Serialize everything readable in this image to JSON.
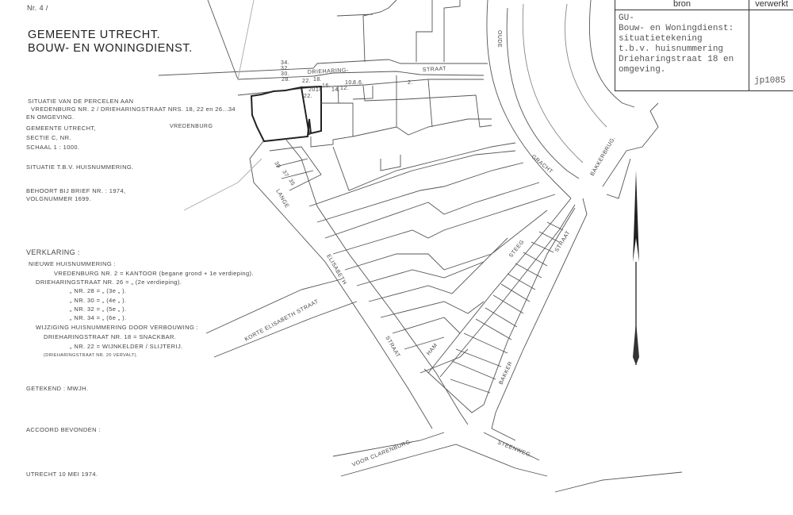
{
  "header": {
    "nr_label": "Nr. 4 /",
    "title_line1": "GEMEENTE UTRECHT.",
    "title_line2": "BOUW- EN WONINGDIENST."
  },
  "situation": {
    "line1": "SITUATIE   VAN   DE  PERCELEN  AAN",
    "line2": "VREDENBURG NR. 2 / DRIEHARINGSTRAAT NRS. 18, 22 en 26...34",
    "line3": "EN OMGEVING.",
    "municipality": "GEMEENTE  UTRECHT,",
    "section": "SECTIE     C,            NR.",
    "scale": "SCHAAL   1 : 1000.",
    "purpose": "SITUATIE  T.B.V.  HUISNUMMERING.",
    "letter": "BEHOORT BIJ BRIEF NR. :                    1974,",
    "sequence": "VOLGNUMMER 1699."
  },
  "legend": {
    "title": "VERKLARING :",
    "new_numbering": "NIEUWE  HUISNUMMERING :",
    "rows": [
      "VREDENBURG  NR. 2   = KANTOOR  (begane grond + 1e verdieping).",
      "DRIEHARINGSTRAAT  NR. 26  =        „          (2e verdieping).",
      "„                      NR. 28  =        „          (3e    „         ).",
      "„                      NR. 30  =        „          (4e    „         ).",
      "„                      NR. 32  =        „          (5e    „         ).",
      "„                      NR. 34  =        „          (6e    „         )."
    ],
    "change_title": "WIJZIGING HUISNUMMERING DOOR VERBOUWING :",
    "change_rows": [
      "DRIEHARINGSTRAAT  NR. 18  = SNACKBAR.",
      "„                        NR. 22  = WIJNKELDER / SLIJTERIJ."
    ],
    "note": "(DRIEHARINGSTRAAT  NR. 20  VERVALT)."
  },
  "signoff": {
    "drawn": "GETEKEND :       MWJH.",
    "approved": "ACCOORD  BEVONDEN :",
    "place_date": "UTRECHT    10   MEI    1974."
  },
  "card": {
    "col_source": "bron",
    "col_processed": "verwerkt",
    "source_text": "GU-\nBouw- en Woningdienst:\nsituatietekening\nt.b.v. huisnummering\nDrieharingstraat 18 en\nomgeving.",
    "processed_code": "jp1085"
  },
  "map": {
    "streets": {
      "drieharing": "DRIEHARING-",
      "straat": "STRAAT",
      "vredenburg": "VREDENBURG",
      "oude": "OUDE",
      "gracht": "GRACHT",
      "bakkerbrug": "BAKKERBRUG.",
      "lange": "LANGE",
      "elisabeth": "ELISABETH",
      "straat2": "STRAAT",
      "korte": "KORTE  ELISABETH  STRAAT",
      "steeg": "STEEG",
      "straat3": "STRAAT",
      "ham": "HAM",
      "bakker": "BAKKER",
      "voor_clarenburg": "VOOR  CLARENBURG.",
      "steenweg": "STEENWEG."
    },
    "house_numbers": [
      "34.",
      "32.",
      "30.",
      "28.",
      "22.",
      "18.",
      "20.",
      "18",
      "22.",
      "16.",
      "14.",
      "12.",
      "10.",
      "8.",
      "6.",
      "2.",
      "39",
      "37",
      "35"
    ]
  }
}
